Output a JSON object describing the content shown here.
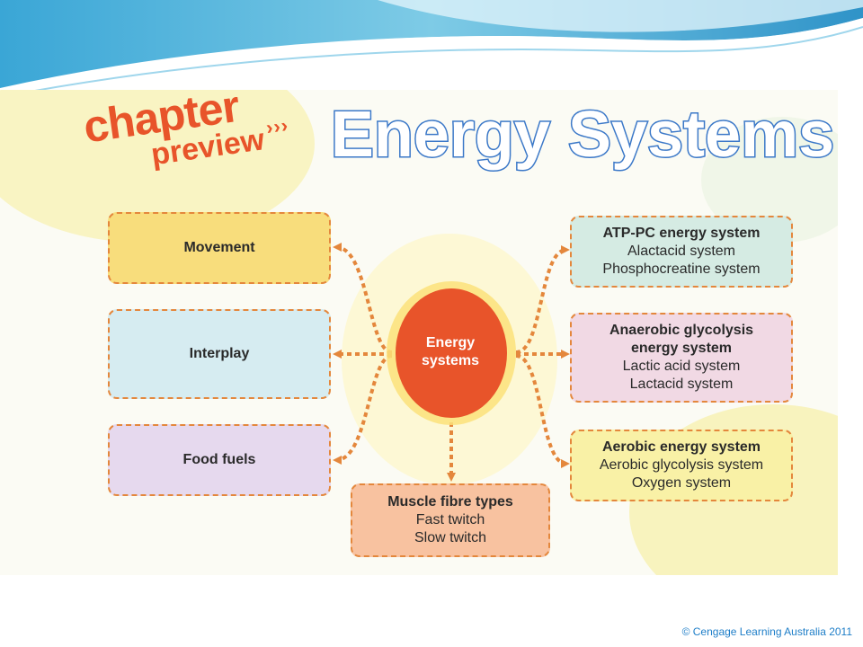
{
  "heading": {
    "chapter_word": "chapter",
    "preview_word": "preview",
    "chevrons": "›››",
    "title": "Energy Systems"
  },
  "diagram": {
    "center": {
      "label_line1": "Energy",
      "label_line2": "systems"
    },
    "left_boxes": [
      {
        "label": "Movement"
      },
      {
        "label": "Interplay"
      },
      {
        "label": "Food fuels"
      }
    ],
    "right_boxes": [
      {
        "heading": "ATP-PC energy system",
        "lines": [
          "Alactacid system",
          "Phosphocreatine system"
        ]
      },
      {
        "heading": "Anaerobic glycolysis",
        "heading2": "energy system",
        "lines": [
          "Lactic acid system",
          "Lactacid system"
        ]
      },
      {
        "heading": "Aerobic energy system",
        "lines": [
          "Aerobic glycolysis system",
          "Oxygen system"
        ]
      }
    ],
    "bottom_box": {
      "heading": "Muscle fibre types",
      "lines": [
        "Fast twitch",
        "Slow twitch"
      ]
    }
  },
  "footer": {
    "copyright": "© Cengage Learning Australia 2011"
  },
  "colors": {
    "accent_orange": "#e8542a",
    "connector": "#e4873c",
    "center_fill": "#e8542a",
    "center_glow": "#fbe27a",
    "box_movement": "#f8dd7c",
    "box_interplay": "#d6ecf1",
    "box_foodfuels": "#e6d9ee",
    "box_atp": "#d5ebe3",
    "box_anaerobic": "#f1d9e4",
    "box_aerobic": "#f9f1a6",
    "box_muscle": "#f8c2a0",
    "title_blue": "#3b78c8",
    "copyright_blue": "#1e7ec8"
  }
}
